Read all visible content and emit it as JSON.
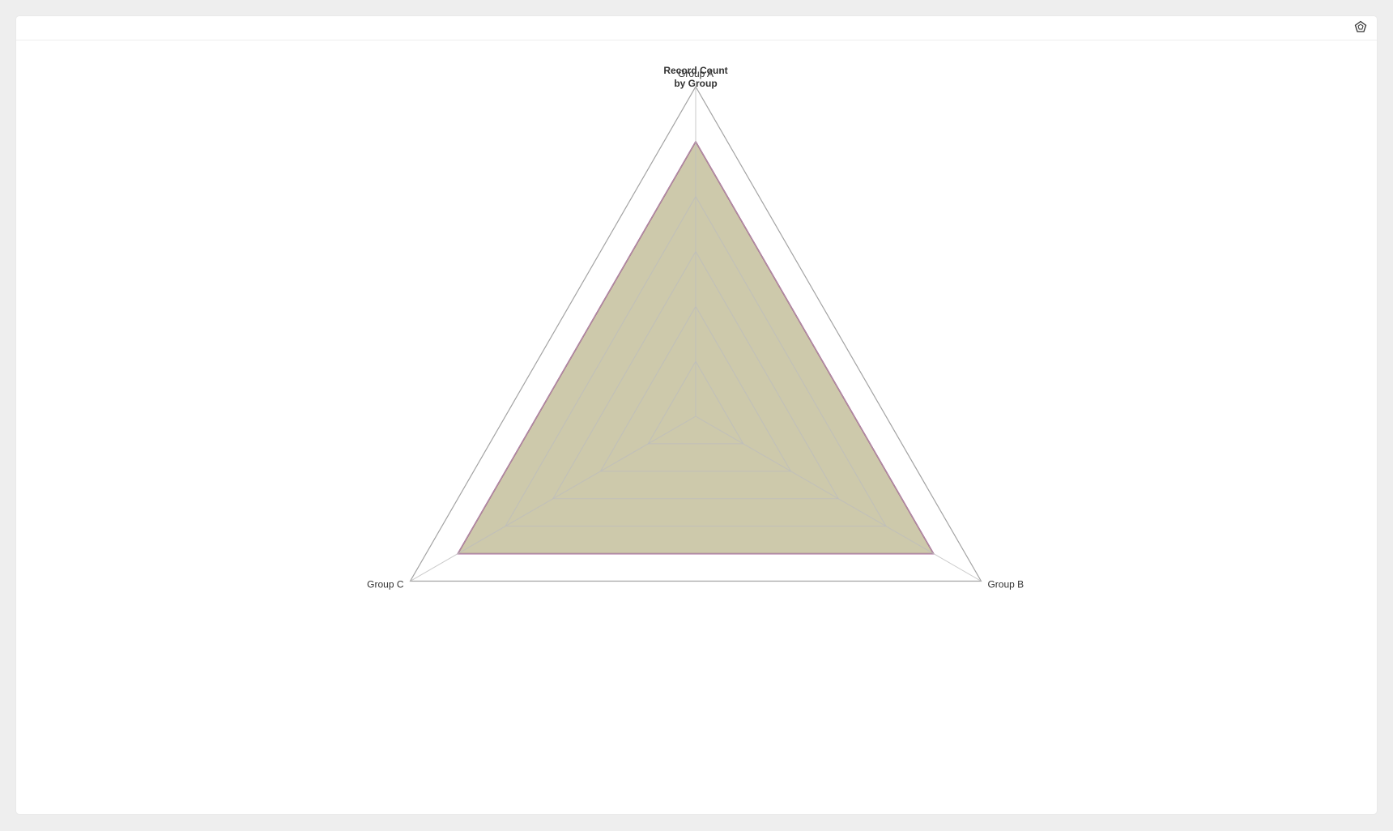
{
  "toolbar": {
    "chart_type_icon": "pentagon-chart-icon"
  },
  "colors": {
    "background": "#eeeeee",
    "card": "#ffffff",
    "series_fill": "#cdc9ab",
    "series_stroke": "#8b1f6b",
    "grid": "#bdbdbd",
    "axis": "#999999"
  },
  "chart_data": {
    "type": "radar",
    "title": [
      "Record Count",
      "by Group"
    ],
    "categories": [
      "Group A",
      "Group B",
      "Group C"
    ],
    "series": [
      {
        "values": [
          5,
          5,
          5
        ]
      }
    ],
    "rlim": [
      0,
      6
    ],
    "grid_levels": [
      1,
      2,
      3,
      4,
      5,
      6
    ],
    "grid": true,
    "legend": "none"
  }
}
